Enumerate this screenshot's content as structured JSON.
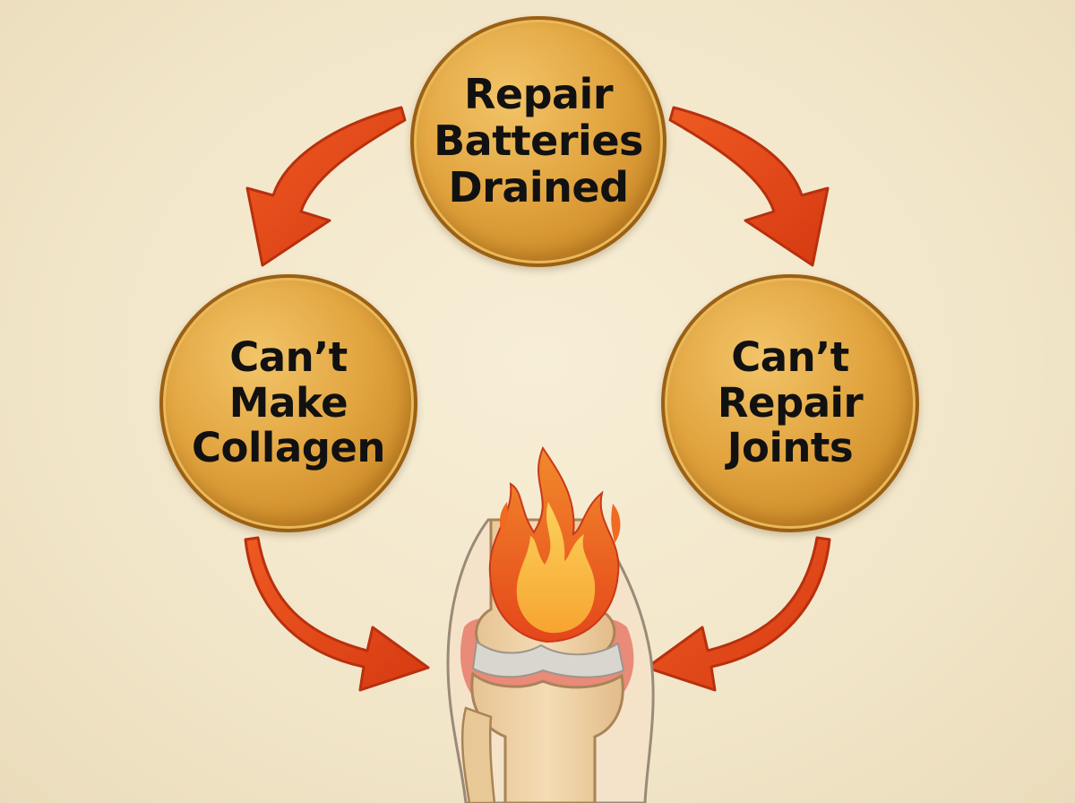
{
  "diagram": {
    "nodes": [
      {
        "id": "top",
        "label": "Repair\nBatteries\nDrained"
      },
      {
        "id": "left",
        "label": "Can’t\nMake\nCollagen"
      },
      {
        "id": "right",
        "label": "Can’t\nRepair\nJoints"
      }
    ],
    "center_illustration": "inflamed-knee-joint-with-flame",
    "colors": {
      "background": "#f3e8cd",
      "node_fill": "#e2a540",
      "node_border": "#9b6014",
      "arrow": "#e0451c",
      "flame": "#f06a1e",
      "bone": "#efd3a8"
    }
  }
}
